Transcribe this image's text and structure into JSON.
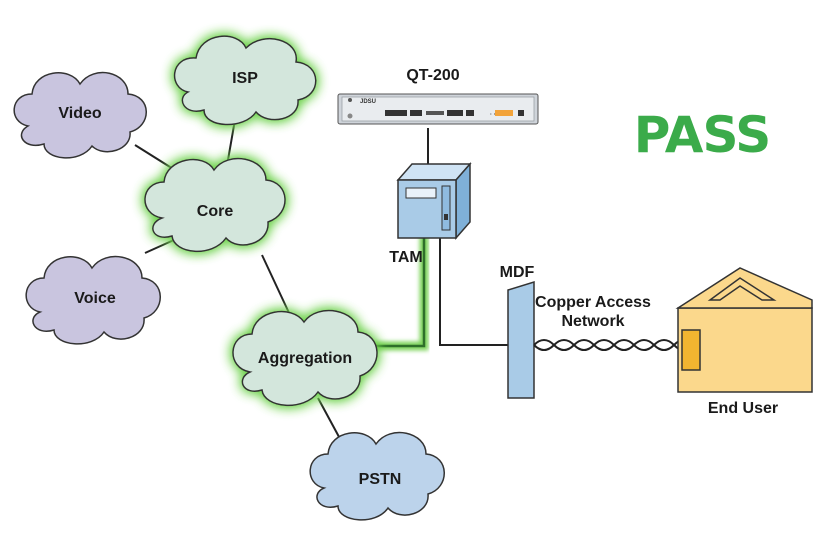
{
  "clouds": {
    "isp": "ISP",
    "video": "Video",
    "core": "Core",
    "voice": "Voice",
    "aggregation": "Aggregation",
    "pstn": "PSTN"
  },
  "device": {
    "title": "QT-200",
    "brand": "JDSU"
  },
  "labels": {
    "tam": "TAM",
    "mdf": "MDF",
    "copper_line1": "Copper Access",
    "copper_line2": "Network",
    "end_user": "End User"
  },
  "status": {
    "text": "PASS"
  },
  "colors": {
    "purple_cloud": "#c9c5df",
    "green_cloud": "#d3e6dc",
    "blue_cloud": "#bcd3eb",
    "pass_green": "#3bab4a",
    "glow_green": "#7bd35a",
    "house": "#fbd88c",
    "door": "#f2b530",
    "equipment_blue": "#a9cbe7"
  },
  "icons": {
    "device": "rack-unit-icon",
    "tam": "server-icon",
    "house": "house-icon"
  }
}
